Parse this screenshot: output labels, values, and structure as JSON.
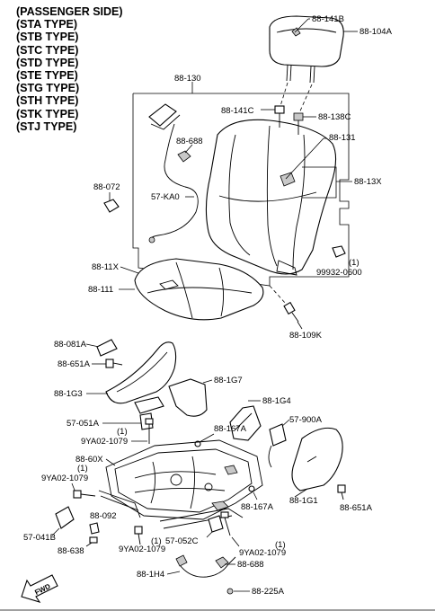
{
  "header": {
    "types": [
      "(PASSENGER SIDE)",
      "(STA TYPE)",
      "(STB TYPE)",
      "(STC TYPE)",
      "(STD TYPE)",
      "(STE TYPE)",
      "(STG TYPE)",
      "(STH TYPE)",
      "(STK TYPE)",
      "(STJ TYPE)"
    ]
  },
  "callouts": {
    "c_88_141B": "88-141B",
    "c_88_104A": "88-104A",
    "c_88_130": "88-130",
    "c_88_141C": "88-141C",
    "c_88_138C": "88-138C",
    "c_88_131": "88-131",
    "c_88_688_top": "88-688",
    "c_88_13X": "88-13X",
    "c_88_072": "88-072",
    "c_57_KA0": "57-KA0",
    "c_1_a": "(1)",
    "c_99932_0600": "99932-0600",
    "c_88_11X": "88-11X",
    "c_88_111": "88-111",
    "c_88_109K": "88-109K",
    "c_88_081A": "88-081A",
    "c_88_651A_left": "88-651A",
    "c_88_1G7": "88-1G7",
    "c_88_1G3": "88-1G3",
    "c_88_1G4": "88-1G4",
    "c_57_051A": "57-051A",
    "c_1_b": "(1)",
    "c_9YA02_1079_a": "9YA02-1079",
    "c_88_167A_top": "88-167A",
    "c_57_900A": "57-900A",
    "c_88_60X": "88-60X",
    "c_1_c": "(1)",
    "c_9YA02_1079_b": "9YA02-1079",
    "c_88_1G1": "88-1G1",
    "c_88_651A_right": "88-651A",
    "c_88_167A_bottom": "88-167A",
    "c_57_041B": "57-041B",
    "c_88_092": "88-092",
    "c_88_638": "88-638",
    "c_1_d": "(1)",
    "c_9YA02_1079_c": "9YA02-1079",
    "c_57_052C": "57-052C",
    "c_1_e": "(1)",
    "c_9YA02_1079_d": "9YA02-1079",
    "c_88_1H4": "88-1H4",
    "c_88_688_bottom": "88-688",
    "c_88_225A": "88-225A",
    "fwd": "FWD"
  }
}
